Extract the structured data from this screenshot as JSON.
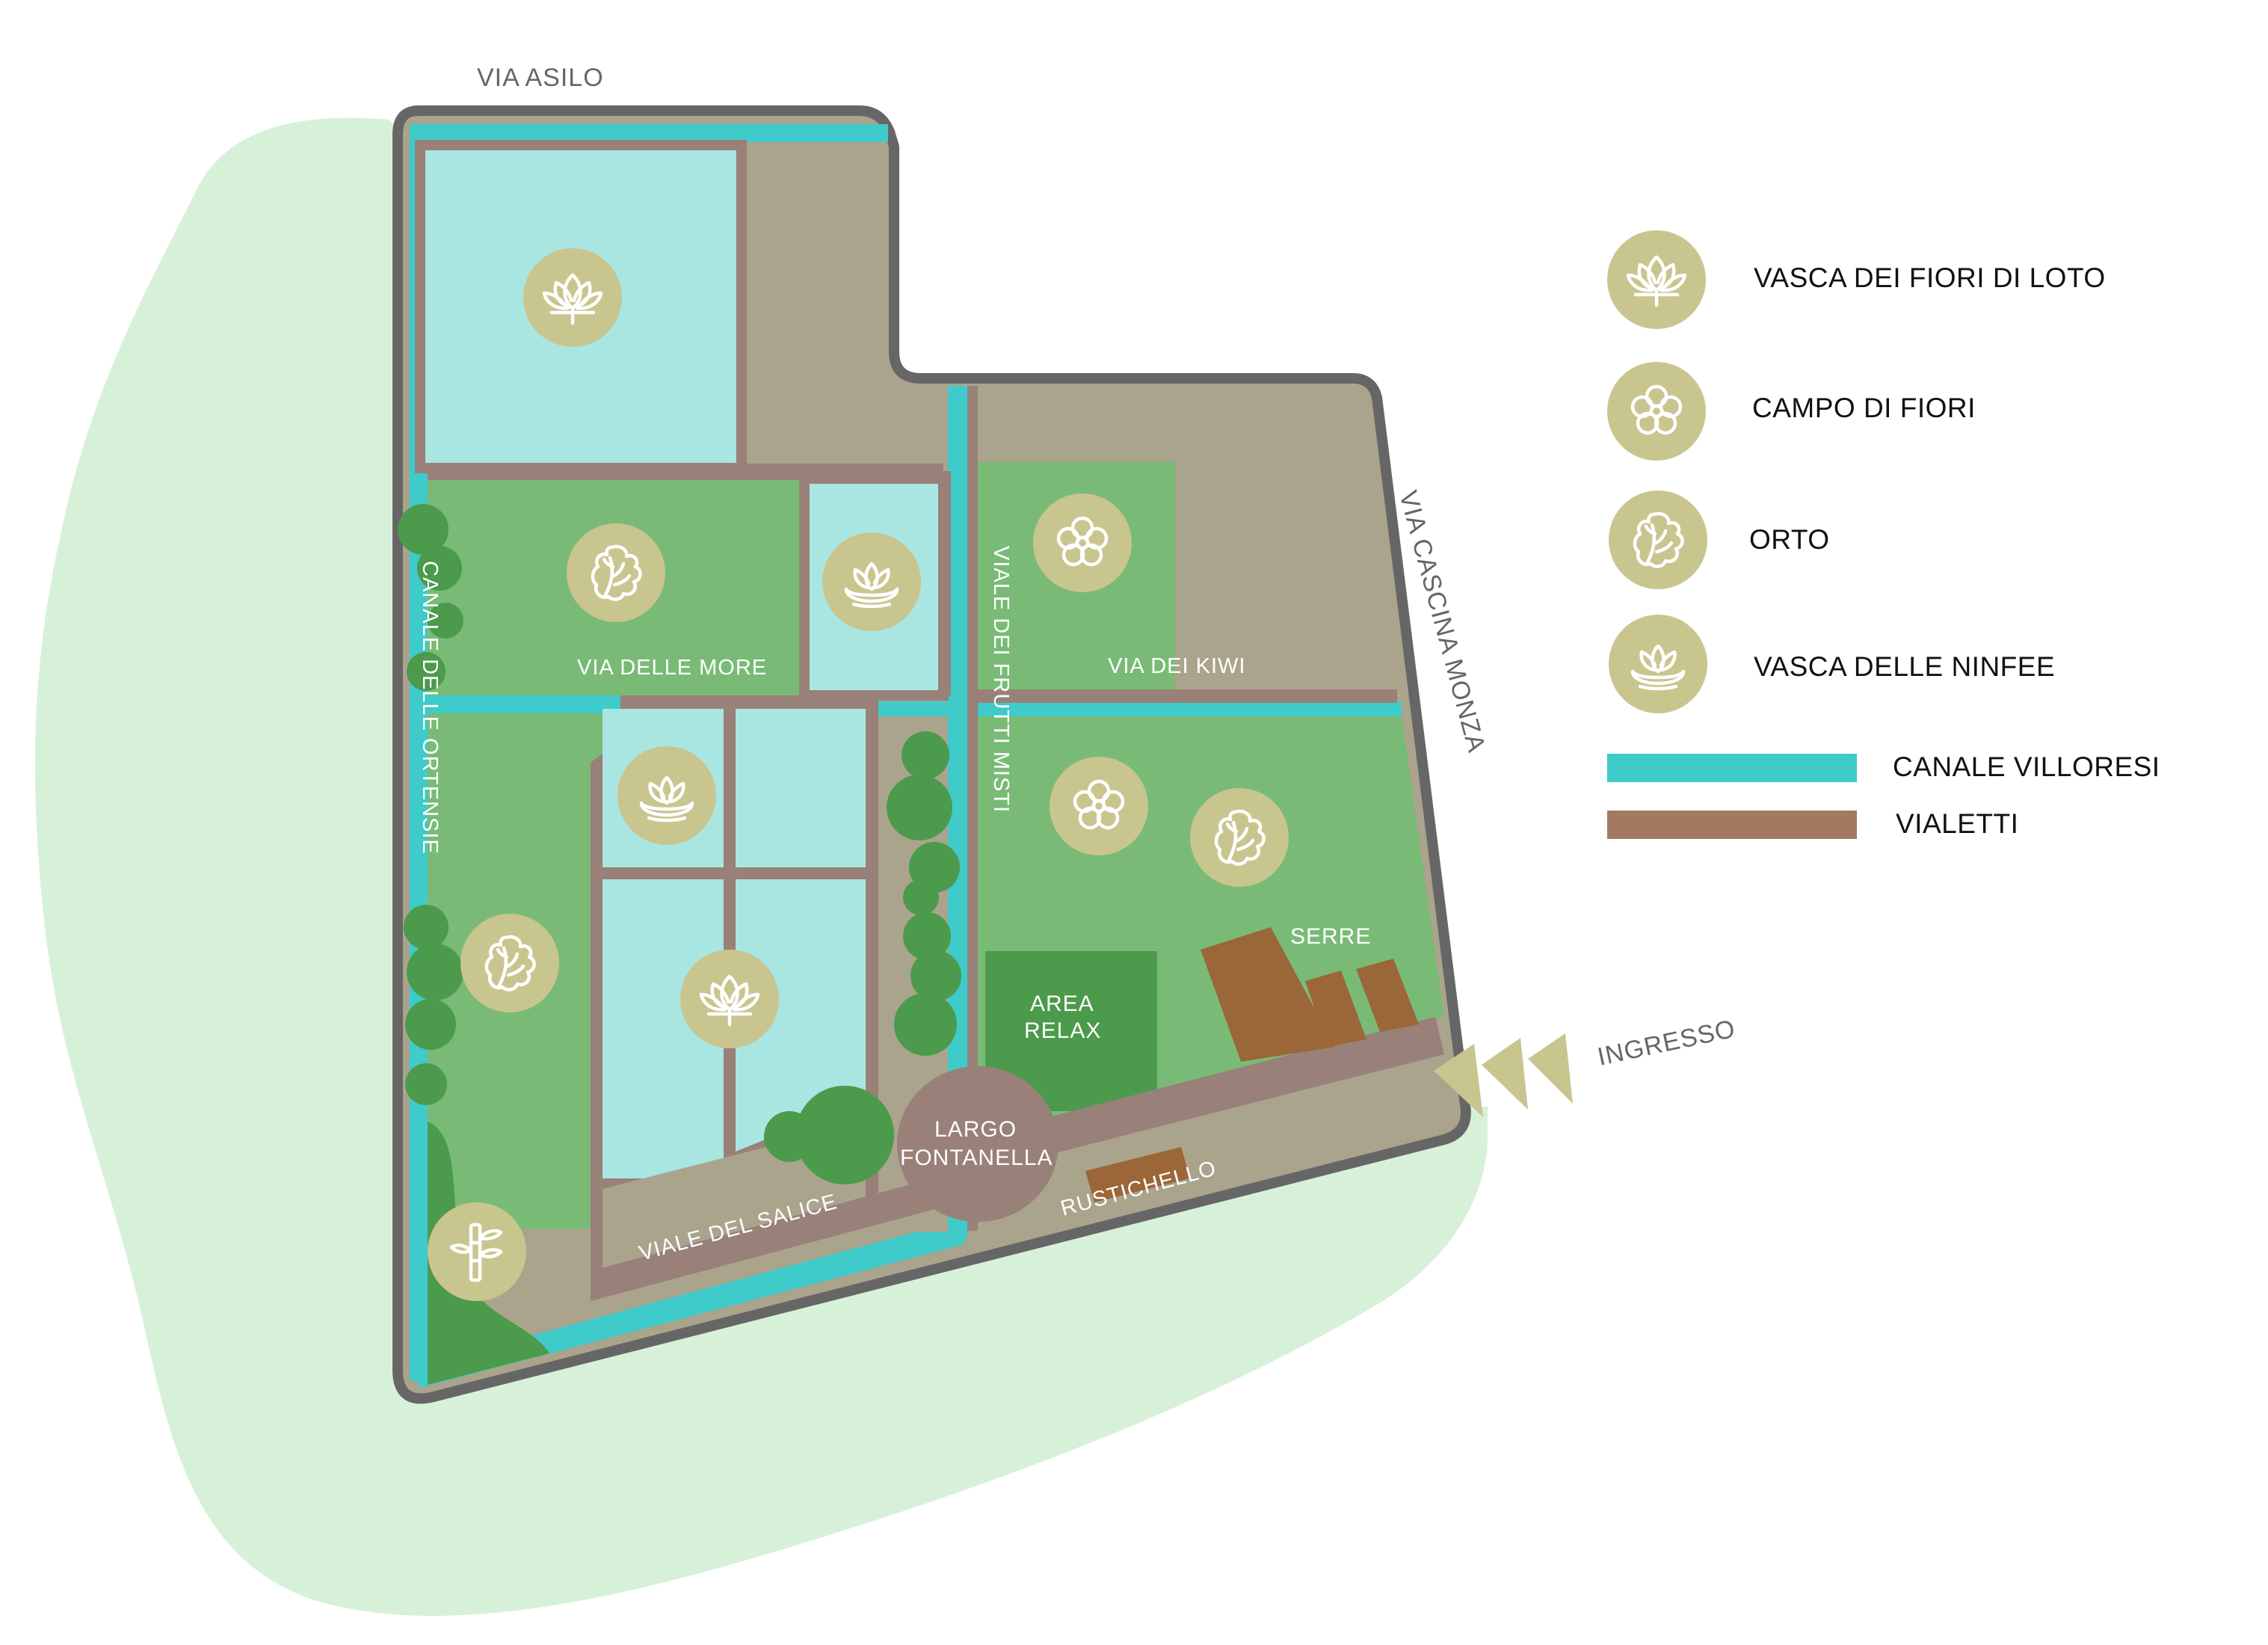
{
  "colors": {
    "background_green": "#d7f1d8",
    "plaza": "#aaa48d",
    "garden": "#79bb76",
    "canal": "#3ecbc9",
    "pond": "#a9e6e2",
    "path": "#998079",
    "border": "#666666",
    "tree": "#4c9a4b",
    "badge": "#c9c58f",
    "wood": "#9b6638",
    "legend_path": "#a27a61",
    "arrow": "#c9c58f"
  },
  "streets": {
    "via_asilo": "VIA ASILO",
    "via_cascina_monza": "VIA CASCINA MONZA",
    "ingresso": "INGRESSO"
  },
  "paths": {
    "canale_ortensie": "CANALE DELLE ORTENSIE",
    "via_more": "VIA DELLE MORE",
    "viale_frutti_misti": "VIALE DEI FRUTTI MISTI",
    "via_kiwi": "VIA DEI KIWI",
    "viale_salice": "VIALE DEL SALICE",
    "rustichello": "RUSTICHELLO"
  },
  "areas": {
    "serre": "SERRE",
    "area_relax_1": "AREA",
    "area_relax_2": "RELAX",
    "largo_1": "LARGO",
    "largo_2": "FONTANELLA"
  },
  "legend": {
    "items": [
      {
        "label": "VASCA DEI FIORI DI LOTO",
        "icon": "lotus-icon"
      },
      {
        "label": "CAMPO DI FIORI",
        "icon": "flower-icon"
      },
      {
        "label": "ORTO",
        "icon": "lettuce-icon"
      },
      {
        "label": "VASCA DELLE NINFEE",
        "icon": "water-lily-icon"
      },
      {
        "label": "CANALE VILLORESI",
        "icon": "canal-swatch"
      },
      {
        "label": "VIALETTI",
        "icon": "path-swatch"
      }
    ]
  },
  "map_icons": [
    "lotus-icon",
    "lettuce-icon",
    "water-lily-icon",
    "flower-icon",
    "bamboo-icon"
  ]
}
